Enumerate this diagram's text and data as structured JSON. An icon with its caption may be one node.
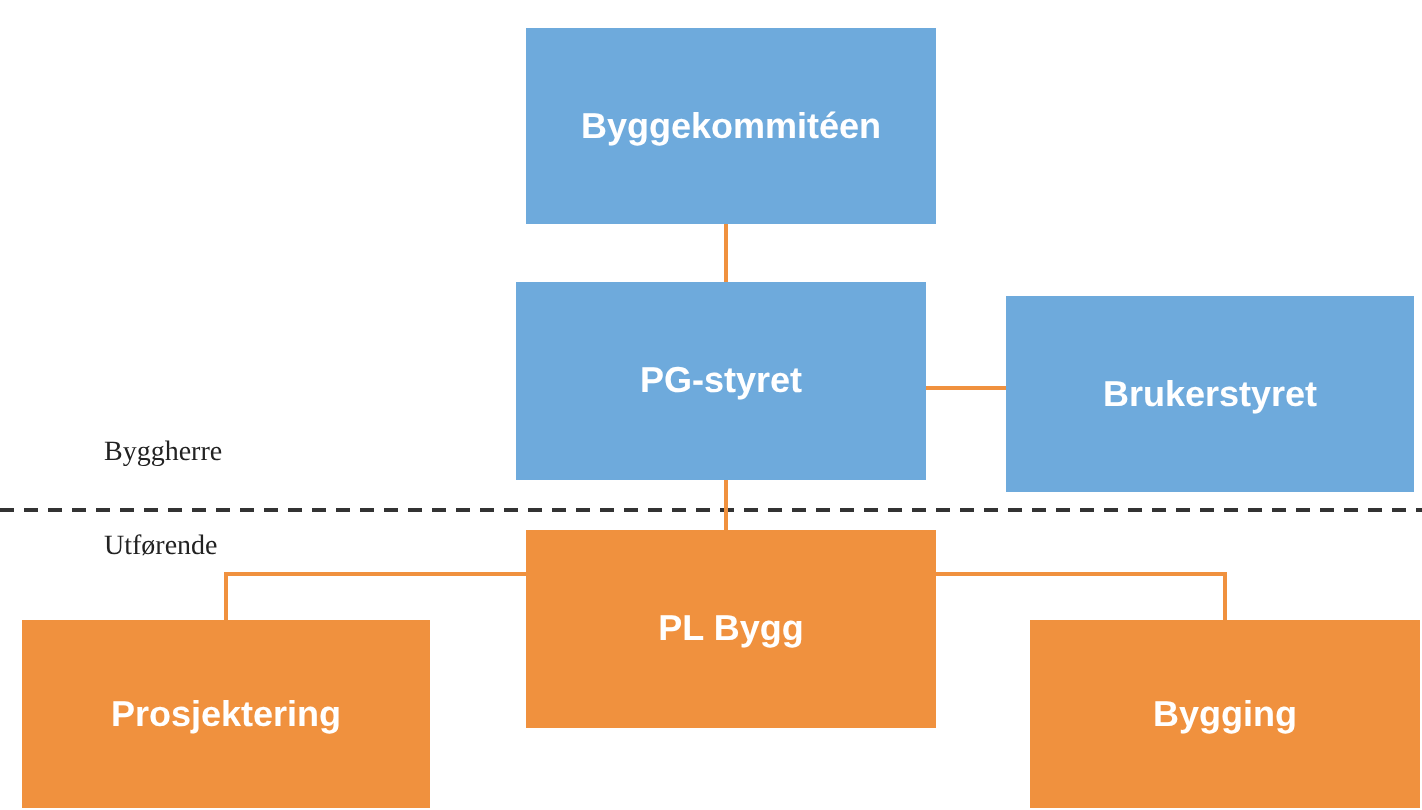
{
  "diagram": {
    "nodes": [
      {
        "text": [
          "Byggekommitéen"
        ]
      },
      {
        "text": [
          "PG-styret"
        ]
      },
      {
        "text": [
          "Brukerstyret"
        ]
      },
      {
        "text": [
          "PL Bygg"
        ]
      },
      {
        "text": [
          "Prosjektering"
        ]
      },
      {
        "text": [
          "Bygging"
        ]
      }
    ],
    "edges": [
      {
        "from": 0,
        "to": 1,
        "arrow": "none"
      },
      {
        "from": 1,
        "to": 2,
        "arrow": "none"
      },
      {
        "from": 1,
        "to": 3,
        "arrow": "none"
      },
      {
        "from": 3,
        "to": 4,
        "arrow": "none"
      },
      {
        "from": 3,
        "to": 5,
        "arrow": "none"
      }
    ],
    "labels": [
      "Byggherre",
      "Utførende"
    ]
  }
}
